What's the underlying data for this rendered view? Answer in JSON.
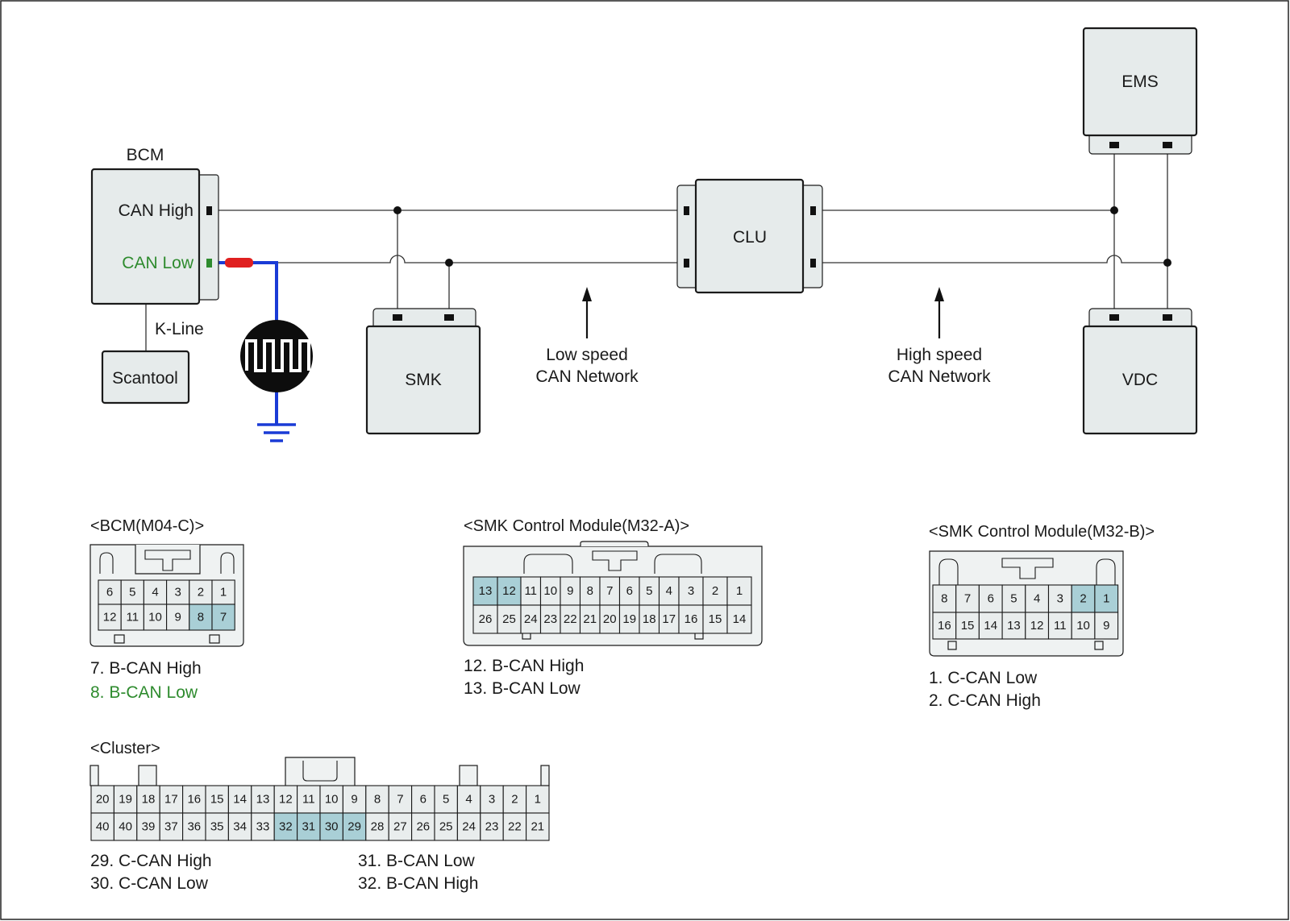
{
  "modules": {
    "bcm": "BCM",
    "can_high": "CAN High",
    "can_low": "CAN Low",
    "k_line": "K-Line",
    "scantool": "Scantool",
    "smk": "SMK",
    "clu": "CLU",
    "ems": "EMS",
    "vdc": "VDC"
  },
  "networks": {
    "low_line1": "Low speed",
    "low_line2": "CAN Network",
    "high_line1": "High speed",
    "high_line2": "CAN Network"
  },
  "colors": {
    "can_low_text": "#2e8b2e",
    "probe_wire": "#1a3bd6",
    "probe_tip": "#e02020",
    "highlight_pin": "#a9cfd6"
  },
  "connectors": {
    "bcm": {
      "title": "<BCM(M04-C)>",
      "row1": [
        "6",
        "5",
        "4",
        "3",
        "2",
        "1"
      ],
      "row2": [
        "12",
        "11",
        "10",
        "9",
        "8",
        "7"
      ],
      "highlight": [
        "8",
        "7"
      ],
      "pins": [
        "7. B-CAN High",
        "8. B-CAN Low"
      ]
    },
    "smk_a": {
      "title": "<SMK Control Module(M32-A)>",
      "row1": [
        "13",
        "12",
        "11",
        "10",
        "9",
        "8",
        "7",
        "6",
        "5",
        "4",
        "3",
        "2",
        "1"
      ],
      "row2": [
        "26",
        "25",
        "24",
        "23",
        "22",
        "21",
        "20",
        "19",
        "18",
        "17",
        "16",
        "15",
        "14"
      ],
      "highlight": [
        "13",
        "12"
      ],
      "pins": [
        "12. B-CAN High",
        "13. B-CAN Low"
      ]
    },
    "smk_b": {
      "title": "<SMK Control Module(M32-B)>",
      "row1": [
        "8",
        "7",
        "6",
        "5",
        "4",
        "3",
        "2",
        "1"
      ],
      "row2": [
        "16",
        "15",
        "14",
        "13",
        "12",
        "11",
        "10",
        "9"
      ],
      "highlight": [
        "2",
        "1"
      ],
      "pins": [
        "1. C-CAN Low",
        "2. C-CAN High"
      ]
    },
    "cluster": {
      "title": "<Cluster>",
      "row1": [
        "20",
        "19",
        "18",
        "17",
        "16",
        "15",
        "14",
        "13",
        "12",
        "11",
        "10",
        "9",
        "8",
        "7",
        "6",
        "5",
        "4",
        "3",
        "2",
        "1"
      ],
      "row2": [
        "40",
        "40",
        "39",
        "37",
        "36",
        "35",
        "34",
        "33",
        "32",
        "31",
        "30",
        "29",
        "28",
        "27",
        "26",
        "25",
        "24",
        "23",
        "22",
        "21"
      ],
      "highlight": [
        "32",
        "31",
        "30",
        "29"
      ],
      "pins_left": [
        "29. C-CAN High",
        "30. C-CAN Low"
      ],
      "pins_right": [
        "31. B-CAN Low",
        "32. B-CAN High"
      ]
    }
  }
}
